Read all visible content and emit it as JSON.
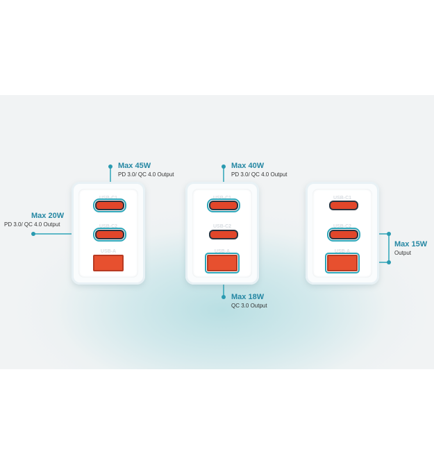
{
  "port_labels": {
    "c1": "USB-C1",
    "c2": "USB-C2",
    "a": "USB-A"
  },
  "callouts": {
    "c1": {
      "title": "Max 45W",
      "sub": "PD 3.0/ QC 4.0 Output"
    },
    "c1_c2": {
      "title": "Max 20W",
      "sub": "PD 3.0/ QC 4.0 Output"
    },
    "c1_a": {
      "title": "Max 40W",
      "sub": "PD 3.0/ QC 4.0 Output"
    },
    "a_c1": {
      "title": "Max 18W",
      "sub": "QC 3.0 Output"
    },
    "c2_a": {
      "title": "Max 15W",
      "sub": "Output"
    }
  },
  "colors": {
    "accent": "#2587a3",
    "port": "#e2462a",
    "line": "#2da5b8"
  }
}
